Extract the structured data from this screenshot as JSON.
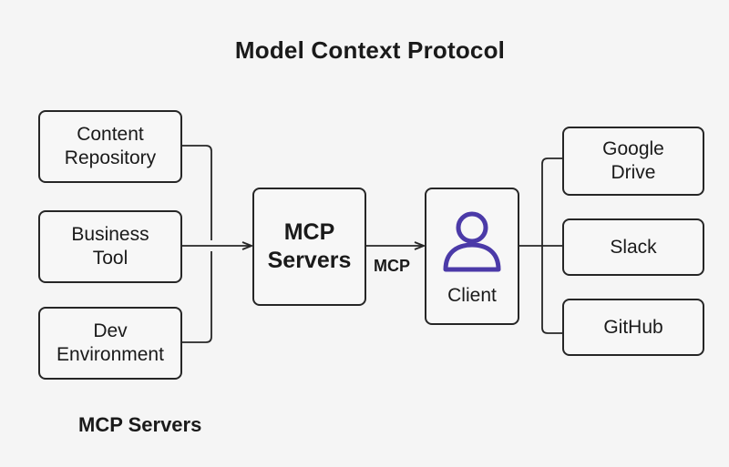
{
  "title": "Model Context Protocol",
  "sources": [
    {
      "label": "Content\nRepository"
    },
    {
      "label": "Business\nTool"
    },
    {
      "label": "Dev\nEnvironment"
    }
  ],
  "hub": {
    "label": "MCP\nServers"
  },
  "edge_label": "MCP",
  "client": {
    "label": "Client",
    "icon": "user-icon",
    "icon_color": "#4b3aa8"
  },
  "targets": [
    {
      "label": "Google\nDrive"
    },
    {
      "label": "Slack"
    },
    {
      "label": "GitHub"
    }
  ],
  "footer": "MCP Servers"
}
